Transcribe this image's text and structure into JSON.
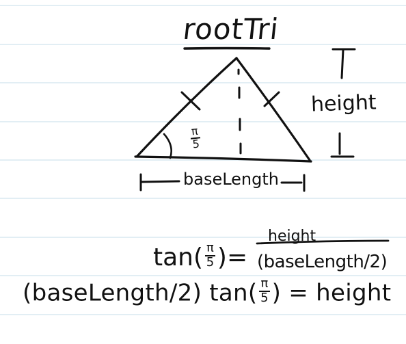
{
  "colors": {
    "paper": "#ffffff",
    "rule_line": "#d8e8f0",
    "ink": "#111111"
  },
  "title": "rootTri",
  "labels": {
    "height": "height",
    "base_length": "baseLength",
    "angle_numerator": "π",
    "angle_denominator": "5"
  },
  "equations": {
    "eq1_lhs_func": "tan",
    "eq1_lhs_open": "(",
    "eq1_lhs_close": ")",
    "eq1_equals": "=",
    "eq1_rhs_numerator": "height",
    "eq1_rhs_denominator": "(baseLength/2)",
    "eq1_angle_numerator": "π",
    "eq1_angle_denominator": "5",
    "eq2_lhs": "(baseLength/2) tan",
    "eq2_open": "(",
    "eq2_close": ")",
    "eq2_equals": "= height",
    "eq2_angle_numerator": "π",
    "eq2_angle_denominator": "5"
  }
}
